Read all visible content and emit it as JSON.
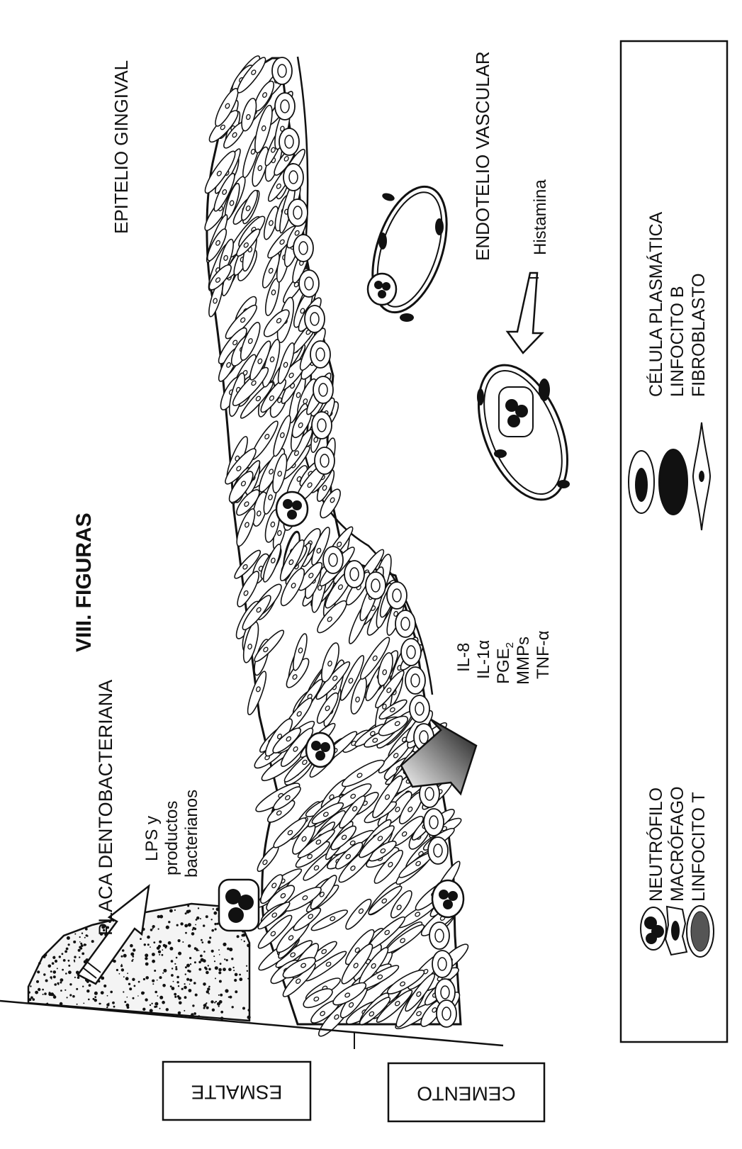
{
  "title": "VIII. FIGURAS",
  "labels": {
    "placa": "PLACA DENTOBACTERIANA",
    "lps_1": "LPS y",
    "lps_2": "productos",
    "lps_3": "bacterianos",
    "epitelio": "EPITELIO GINGIVAL",
    "endotelio": "ENDOTELIO VASCULAR",
    "histamina": "Histamina",
    "esmalte": "ESMALTE",
    "cemento": "CEMENTO"
  },
  "mediators": {
    "il8": "IL-8",
    "il1_base": "IL-1",
    "il1_greek": "α",
    "pge_base": "PGE",
    "pge_sub": "2",
    "mmps": "MMPs",
    "tnf_base": "TNF-",
    "tnf_greek": "α"
  },
  "legend": {
    "items": [
      {
        "label": "NEUTRÓFILO",
        "icon": "neutrophil-icon"
      },
      {
        "label": "MACRÓFAGO",
        "icon": "macrophage-icon"
      },
      {
        "label": "LINFOCITO T",
        "icon": "t-lymphocyte-icon"
      },
      {
        "label": "CÉLULA PLASMÁTICA",
        "icon": "plasma-cell-icon"
      },
      {
        "label": "LINFOCITO B",
        "icon": "b-lymphocyte-icon"
      },
      {
        "label": "FIBROBLASTO",
        "icon": "fibroblast-icon"
      }
    ]
  },
  "colors": {
    "ink": "#111111",
    "background": "#ffffff"
  }
}
